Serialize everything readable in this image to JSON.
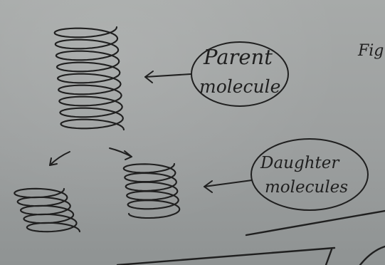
{
  "labels": {
    "parent_line1": "Parent",
    "parent_line2": "molecule",
    "daughter_line1": "Daughter",
    "daughter_line2": "molecules",
    "fig_text": "Fig"
  }
}
